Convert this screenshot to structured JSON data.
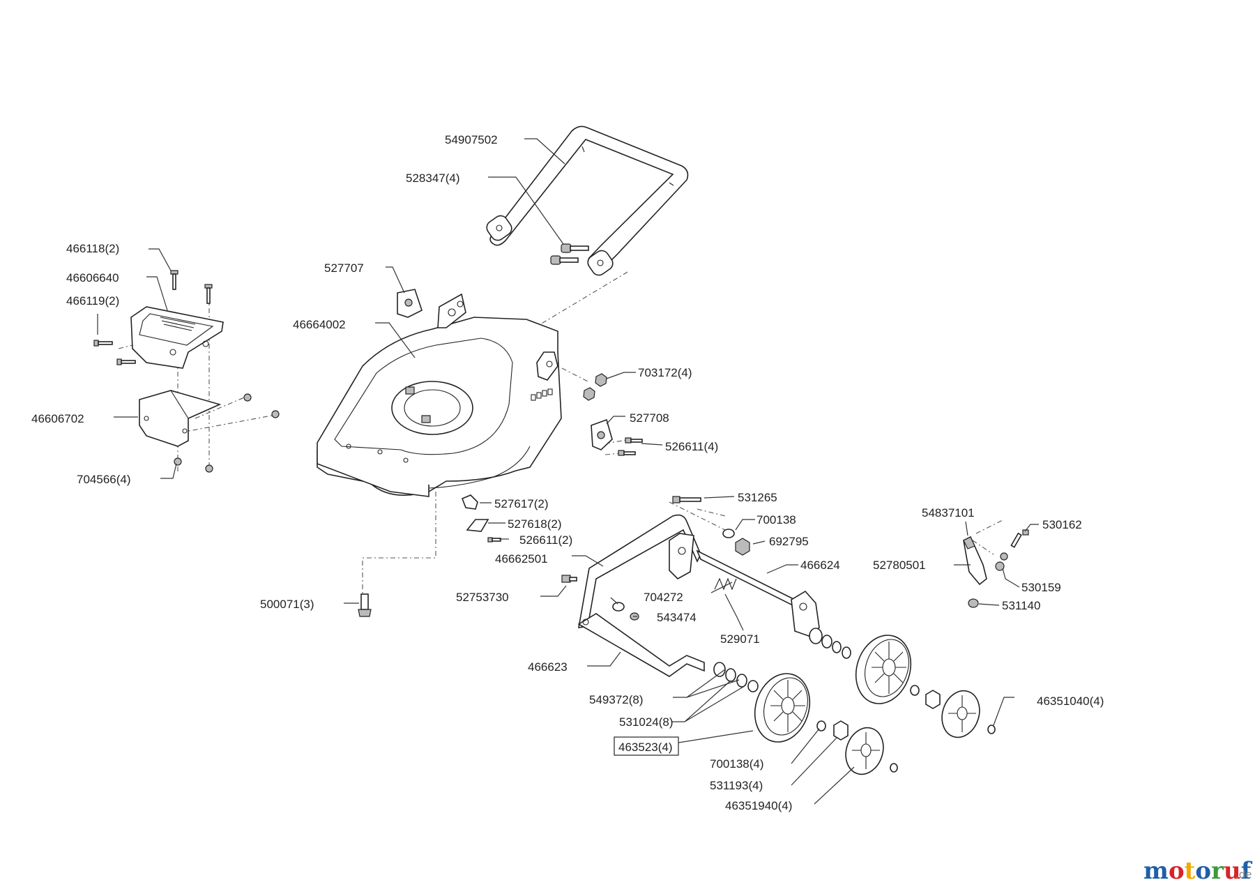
{
  "labels": [
    {
      "id": "54907502",
      "text": "54907502"
    },
    {
      "id": "528347",
      "text": "528347(4)"
    },
    {
      "id": "466118",
      "text": "466118(2)"
    },
    {
      "id": "46606640",
      "text": "46606640"
    },
    {
      "id": "466119",
      "text": "466119(2)"
    },
    {
      "id": "527707",
      "text": "527707"
    },
    {
      "id": "46664002",
      "text": "46664002"
    },
    {
      "id": "703172",
      "text": "703172(4)"
    },
    {
      "id": "527708",
      "text": "527708"
    },
    {
      "id": "526611a",
      "text": "526611(4)"
    },
    {
      "id": "46606702",
      "text": "46606702"
    },
    {
      "id": "704566",
      "text": "704566(4)"
    },
    {
      "id": "531265",
      "text": "531265"
    },
    {
      "id": "700138a",
      "text": "700138"
    },
    {
      "id": "692795",
      "text": "692795"
    },
    {
      "id": "527617",
      "text": "527617(2)"
    },
    {
      "id": "527618",
      "text": "527618(2)"
    },
    {
      "id": "526611b",
      "text": "526611(2)"
    },
    {
      "id": "46662501",
      "text": "46662501"
    },
    {
      "id": "466624",
      "text": "466624"
    },
    {
      "id": "54837101",
      "text": "54837101"
    },
    {
      "id": "530162",
      "text": "530162"
    },
    {
      "id": "52780501",
      "text": "52780501"
    },
    {
      "id": "530159",
      "text": "530159"
    },
    {
      "id": "531140",
      "text": "531140"
    },
    {
      "id": "52753730",
      "text": "52753730"
    },
    {
      "id": "704272",
      "text": "704272"
    },
    {
      "id": "543474",
      "text": "543474"
    },
    {
      "id": "500071",
      "text": "500071(3)"
    },
    {
      "id": "529071",
      "text": "529071"
    },
    {
      "id": "466623",
      "text": "466623"
    },
    {
      "id": "549372",
      "text": "549372(8)"
    },
    {
      "id": "531024",
      "text": "531024(8)"
    },
    {
      "id": "463523",
      "text": "463523(4)"
    },
    {
      "id": "700138b",
      "text": "700138(4)"
    },
    {
      "id": "531193",
      "text": "531193(4)"
    },
    {
      "id": "46351940",
      "text": "46351940(4)"
    },
    {
      "id": "46351040",
      "text": "46351040(4)"
    }
  ],
  "logo": {
    "text": "motoruf",
    "suffix": ".de",
    "colors": [
      "#1f5fa8",
      "#d8232a",
      "#f2a900",
      "#1f5fa8",
      "#3a9a3a",
      "#d8232a",
      "#1f5fa8"
    ]
  }
}
